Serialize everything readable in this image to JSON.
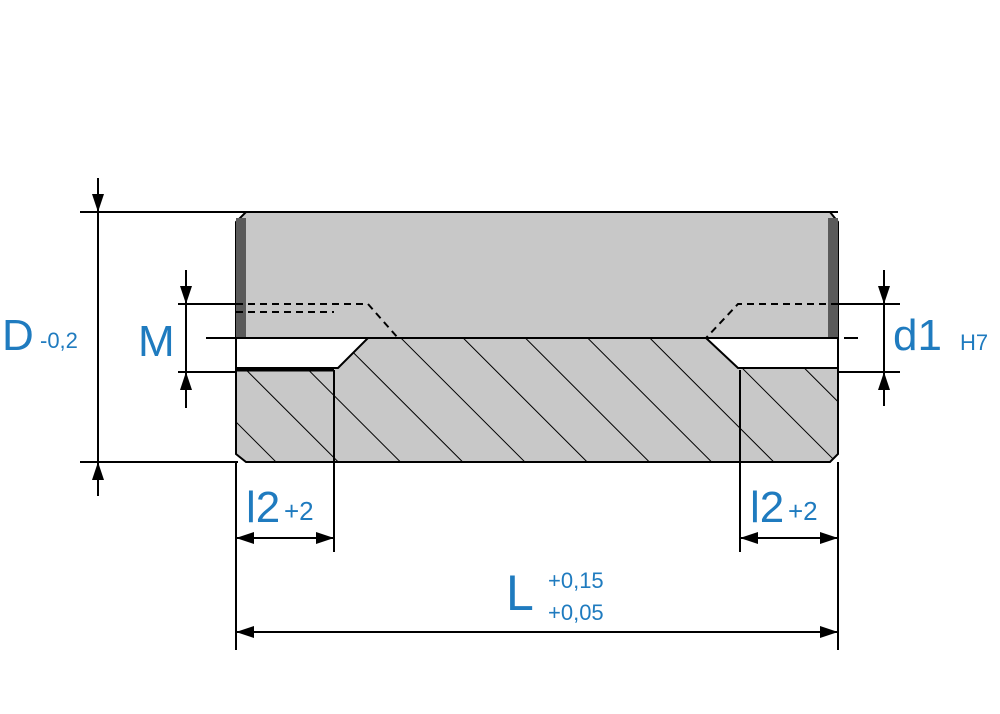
{
  "colors": {
    "label": "#1f7bbf",
    "line": "#000000",
    "body": "#c8c8c8",
    "dark_edge": "#5a5a5a",
    "hatch": "#000000"
  },
  "labels": {
    "diameter": {
      "main": "D",
      "tolerance": "-0,2"
    },
    "thread": {
      "main": "M"
    },
    "bore": {
      "main": "d1",
      "tolerance": "H7"
    },
    "depth_left": {
      "main": "l2",
      "tolerance": "+2"
    },
    "depth_right": {
      "main": "l2",
      "tolerance": "+2"
    },
    "length": {
      "main": "L",
      "tolerance_upper": "+0,15",
      "tolerance_lower": "+0,05"
    }
  }
}
